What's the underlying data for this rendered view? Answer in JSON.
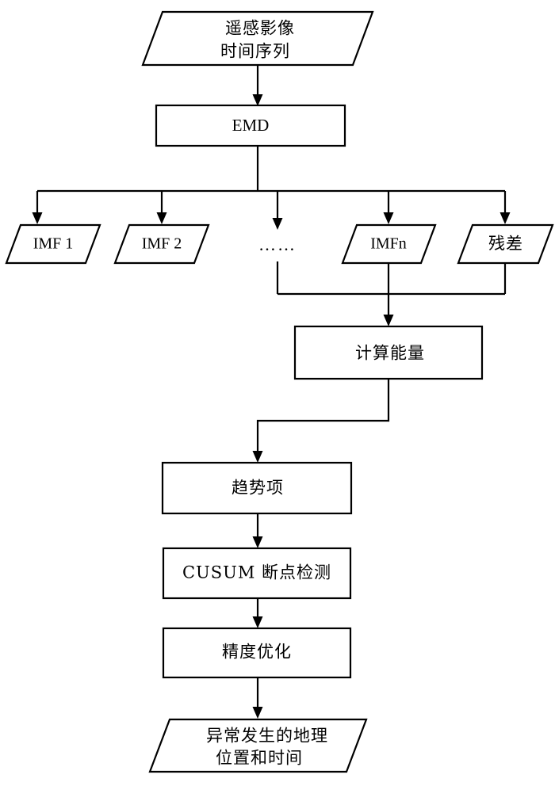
{
  "diagram": {
    "title": "EMD-CUSUM remote sensing anomaly detection flowchart",
    "background_color": "#ffffff",
    "line_color": "#000000",
    "fill_color": "#ffffff"
  },
  "nodes": {
    "input_series": {
      "shape": "parallelogram",
      "line1": "遥感影像",
      "line2": "时间序列"
    },
    "emd": {
      "shape": "rectangle",
      "label": "EMD"
    },
    "imf1": {
      "shape": "parallelogram",
      "label": "IMF 1"
    },
    "imf2": {
      "shape": "parallelogram",
      "label": "IMF 2"
    },
    "ellipsis": {
      "shape": "text",
      "label": "……"
    },
    "imfn": {
      "shape": "parallelogram",
      "label": "IMFn"
    },
    "residual": {
      "shape": "parallelogram",
      "label": "残差"
    },
    "energy": {
      "shape": "rectangle",
      "label": "计算能量"
    },
    "trend": {
      "shape": "rectangle",
      "label": "趋势项"
    },
    "cusum": {
      "shape": "rectangle",
      "label": "CUSUM 断点检测"
    },
    "accuracy": {
      "shape": "rectangle",
      "label": "精度优化"
    },
    "output_result": {
      "shape": "parallelogram",
      "line1": "异常发生的地理",
      "line2": "位置和时间"
    }
  },
  "edges": [
    {
      "name": "input-to-emd",
      "from": "input_series",
      "to": "emd",
      "style": "straight-arrow"
    },
    {
      "name": "emd-to-branch-bus",
      "from": "emd",
      "to": "branch-bus",
      "style": "straight"
    },
    {
      "name": "branch-to-imf1",
      "from": "branch-bus",
      "to": "imf1",
      "style": "elbow-arrow"
    },
    {
      "name": "branch-to-imf2",
      "from": "branch-bus",
      "to": "imf2",
      "style": "elbow-arrow"
    },
    {
      "name": "branch-to-ellipsis",
      "from": "branch-bus",
      "to": "ellipsis",
      "style": "elbow-arrow"
    },
    {
      "name": "branch-to-imfn",
      "from": "branch-bus",
      "to": "imfn",
      "style": "elbow-arrow"
    },
    {
      "name": "branch-to-residual",
      "from": "branch-bus",
      "to": "residual",
      "style": "elbow-arrow"
    },
    {
      "name": "ellipsis-to-merge-bus",
      "from": "ellipsis",
      "to": "merge-bus",
      "style": "straight"
    },
    {
      "name": "imfn-to-merge-bus",
      "from": "imfn",
      "to": "merge-bus",
      "style": "straight"
    },
    {
      "name": "residual-to-merge-bus",
      "from": "residual",
      "to": "merge-bus",
      "style": "straight"
    },
    {
      "name": "merge-to-energy",
      "from": "merge-bus",
      "to": "energy",
      "style": "straight-arrow"
    },
    {
      "name": "energy-to-trend",
      "from": "energy",
      "to": "trend",
      "style": "elbow-arrow"
    },
    {
      "name": "trend-to-cusum",
      "from": "trend",
      "to": "cusum",
      "style": "straight-arrow"
    },
    {
      "name": "cusum-to-accuracy",
      "from": "cusum",
      "to": "accuracy",
      "style": "straight-arrow"
    },
    {
      "name": "accuracy-to-output",
      "from": "accuracy",
      "to": "output_result",
      "style": "straight-arrow"
    }
  ]
}
